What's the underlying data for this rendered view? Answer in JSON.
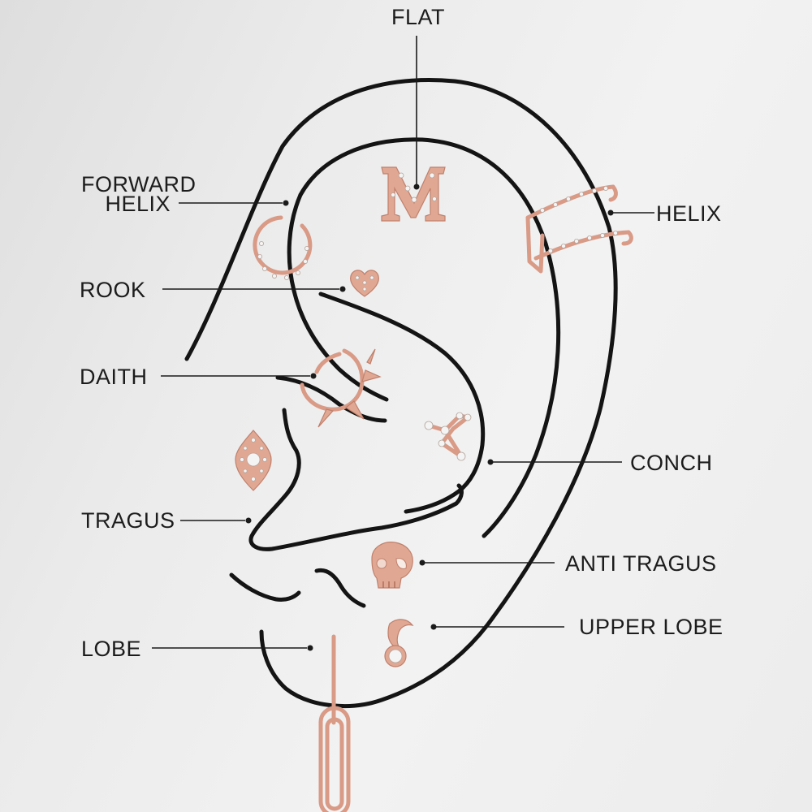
{
  "labels": {
    "flat": "FLAT",
    "forward_helix_line1": "FORWARD",
    "forward_helix_line2": "HELIX",
    "helix": "HELIX",
    "rook": "ROOK",
    "daith": "DAITH",
    "conch": "CONCH",
    "tragus": "TRAGUS",
    "anti_tragus": "ANTI TRAGUS",
    "upper_lobe": "UPPER LOBE",
    "lobe": "LOBE"
  },
  "colors": {
    "ear_outline": "#141414",
    "jewelry_rose_gold": "#d99a86",
    "background": "#ebebeb"
  },
  "icons": {
    "flat": "letter-m-stud-icon",
    "forward_helix": "hoop-ring-icon",
    "helix": "double-ear-cuff-icon",
    "rook": "heart-stud-icon",
    "daith": "spiked-hoop-icon",
    "conch": "constellation-stud-icon",
    "tragus": "evil-eye-stud-icon",
    "anti_tragus": "skull-stud-icon",
    "upper_lobe": "moon-gem-stud-icon",
    "lobe": "paperclip-drop-icon"
  }
}
